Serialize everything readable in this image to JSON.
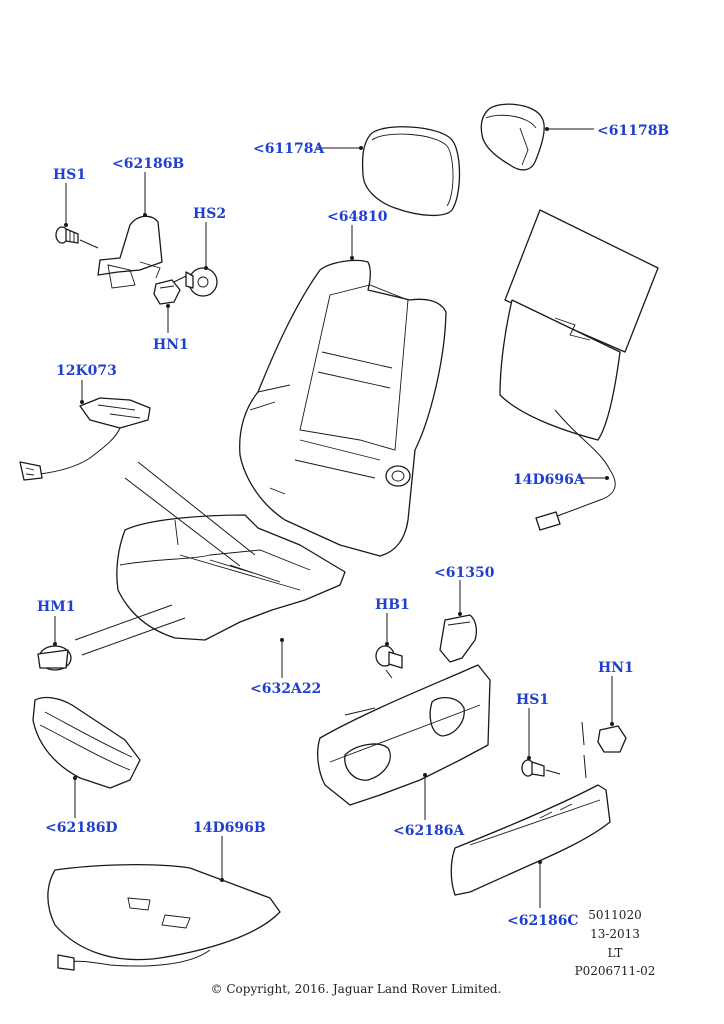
{
  "callouts": [
    {
      "id": "c-61178A",
      "text": "<61178A"
    },
    {
      "id": "c-61178B",
      "text": "<61178B"
    },
    {
      "id": "c-62186B",
      "text": "<62186B"
    },
    {
      "id": "c-HS1-top",
      "text": "HS1"
    },
    {
      "id": "c-HS2",
      "text": "HS2"
    },
    {
      "id": "c-64810",
      "text": "<64810"
    },
    {
      "id": "c-HN1-top",
      "text": "HN1"
    },
    {
      "id": "c-12K073",
      "text": "12K073"
    },
    {
      "id": "c-14D696A",
      "text": "14D696A"
    },
    {
      "id": "c-61350",
      "text": "<61350"
    },
    {
      "id": "c-HM1",
      "text": "HM1"
    },
    {
      "id": "c-HB1",
      "text": "HB1"
    },
    {
      "id": "c-HN1-right",
      "text": "HN1"
    },
    {
      "id": "c-632A22",
      "text": "<632A22"
    },
    {
      "id": "c-HS1-right",
      "text": "HS1"
    },
    {
      "id": "c-62186D",
      "text": "<62186D"
    },
    {
      "id": "c-14D696B",
      "text": "14D696B"
    },
    {
      "id": "c-62186A",
      "text": "<62186A"
    },
    {
      "id": "c-62186C",
      "text": "<62186C"
    }
  ],
  "meta": {
    "code": "5011020",
    "date": "13-2013",
    "side": "LT",
    "ref": "P0206711-02"
  },
  "copyright": "© Copyright, 2016. Jaguar Land Rover Limited.",
  "colors": {
    "callout": "#1f3fd1",
    "line": "#1a1a1a"
  }
}
